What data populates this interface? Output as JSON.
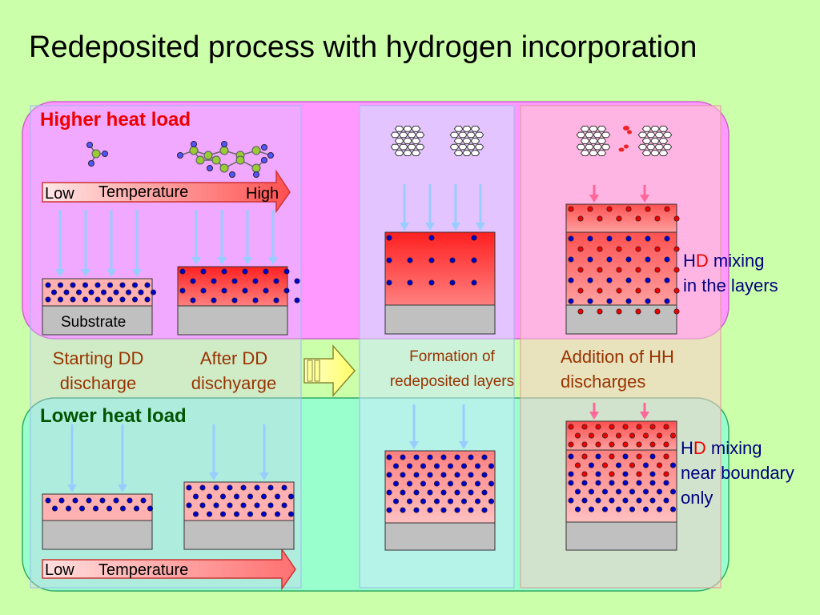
{
  "slide": {
    "title": "Redeposited process with hydrogen incorporation"
  },
  "higher": {
    "label": "Higher heat load",
    "temp_low": "Low",
    "temp_word": "Temperature",
    "temp_high": "High",
    "substrate": "Substrate",
    "hd_h": "H",
    "hd_d": "D",
    "hd_rest1": " mixing",
    "hd_rest2": "in the layers"
  },
  "captions": {
    "start_1": "Starting DD",
    "start_2": "discharge",
    "after_1": "After DD",
    "after_2": "dischyarge",
    "form_1": "Formation of",
    "form_2": "redeposited  layers",
    "add_1": "Addition of  HH",
    "add_2": "discharges"
  },
  "lower": {
    "label": "Lower heat load",
    "temp_low": "Low",
    "temp_word": "Temperature",
    "hd_h": "H",
    "hd_d": "D",
    "hd_rest1": " mixing",
    "hd_rest2": "near boundary",
    "hd_rest3": "only"
  },
  "colors": {
    "background": "#ccffaa",
    "higher_region": "#ff99ff",
    "lower_region": "#99ffcc",
    "deuterium_dot": "#0000cc",
    "hydrogen_dot": "#ee0000",
    "arrow_blue": "#99ccff",
    "arrow_pink": "#ff6699",
    "substrate": "#c0c0c0"
  }
}
